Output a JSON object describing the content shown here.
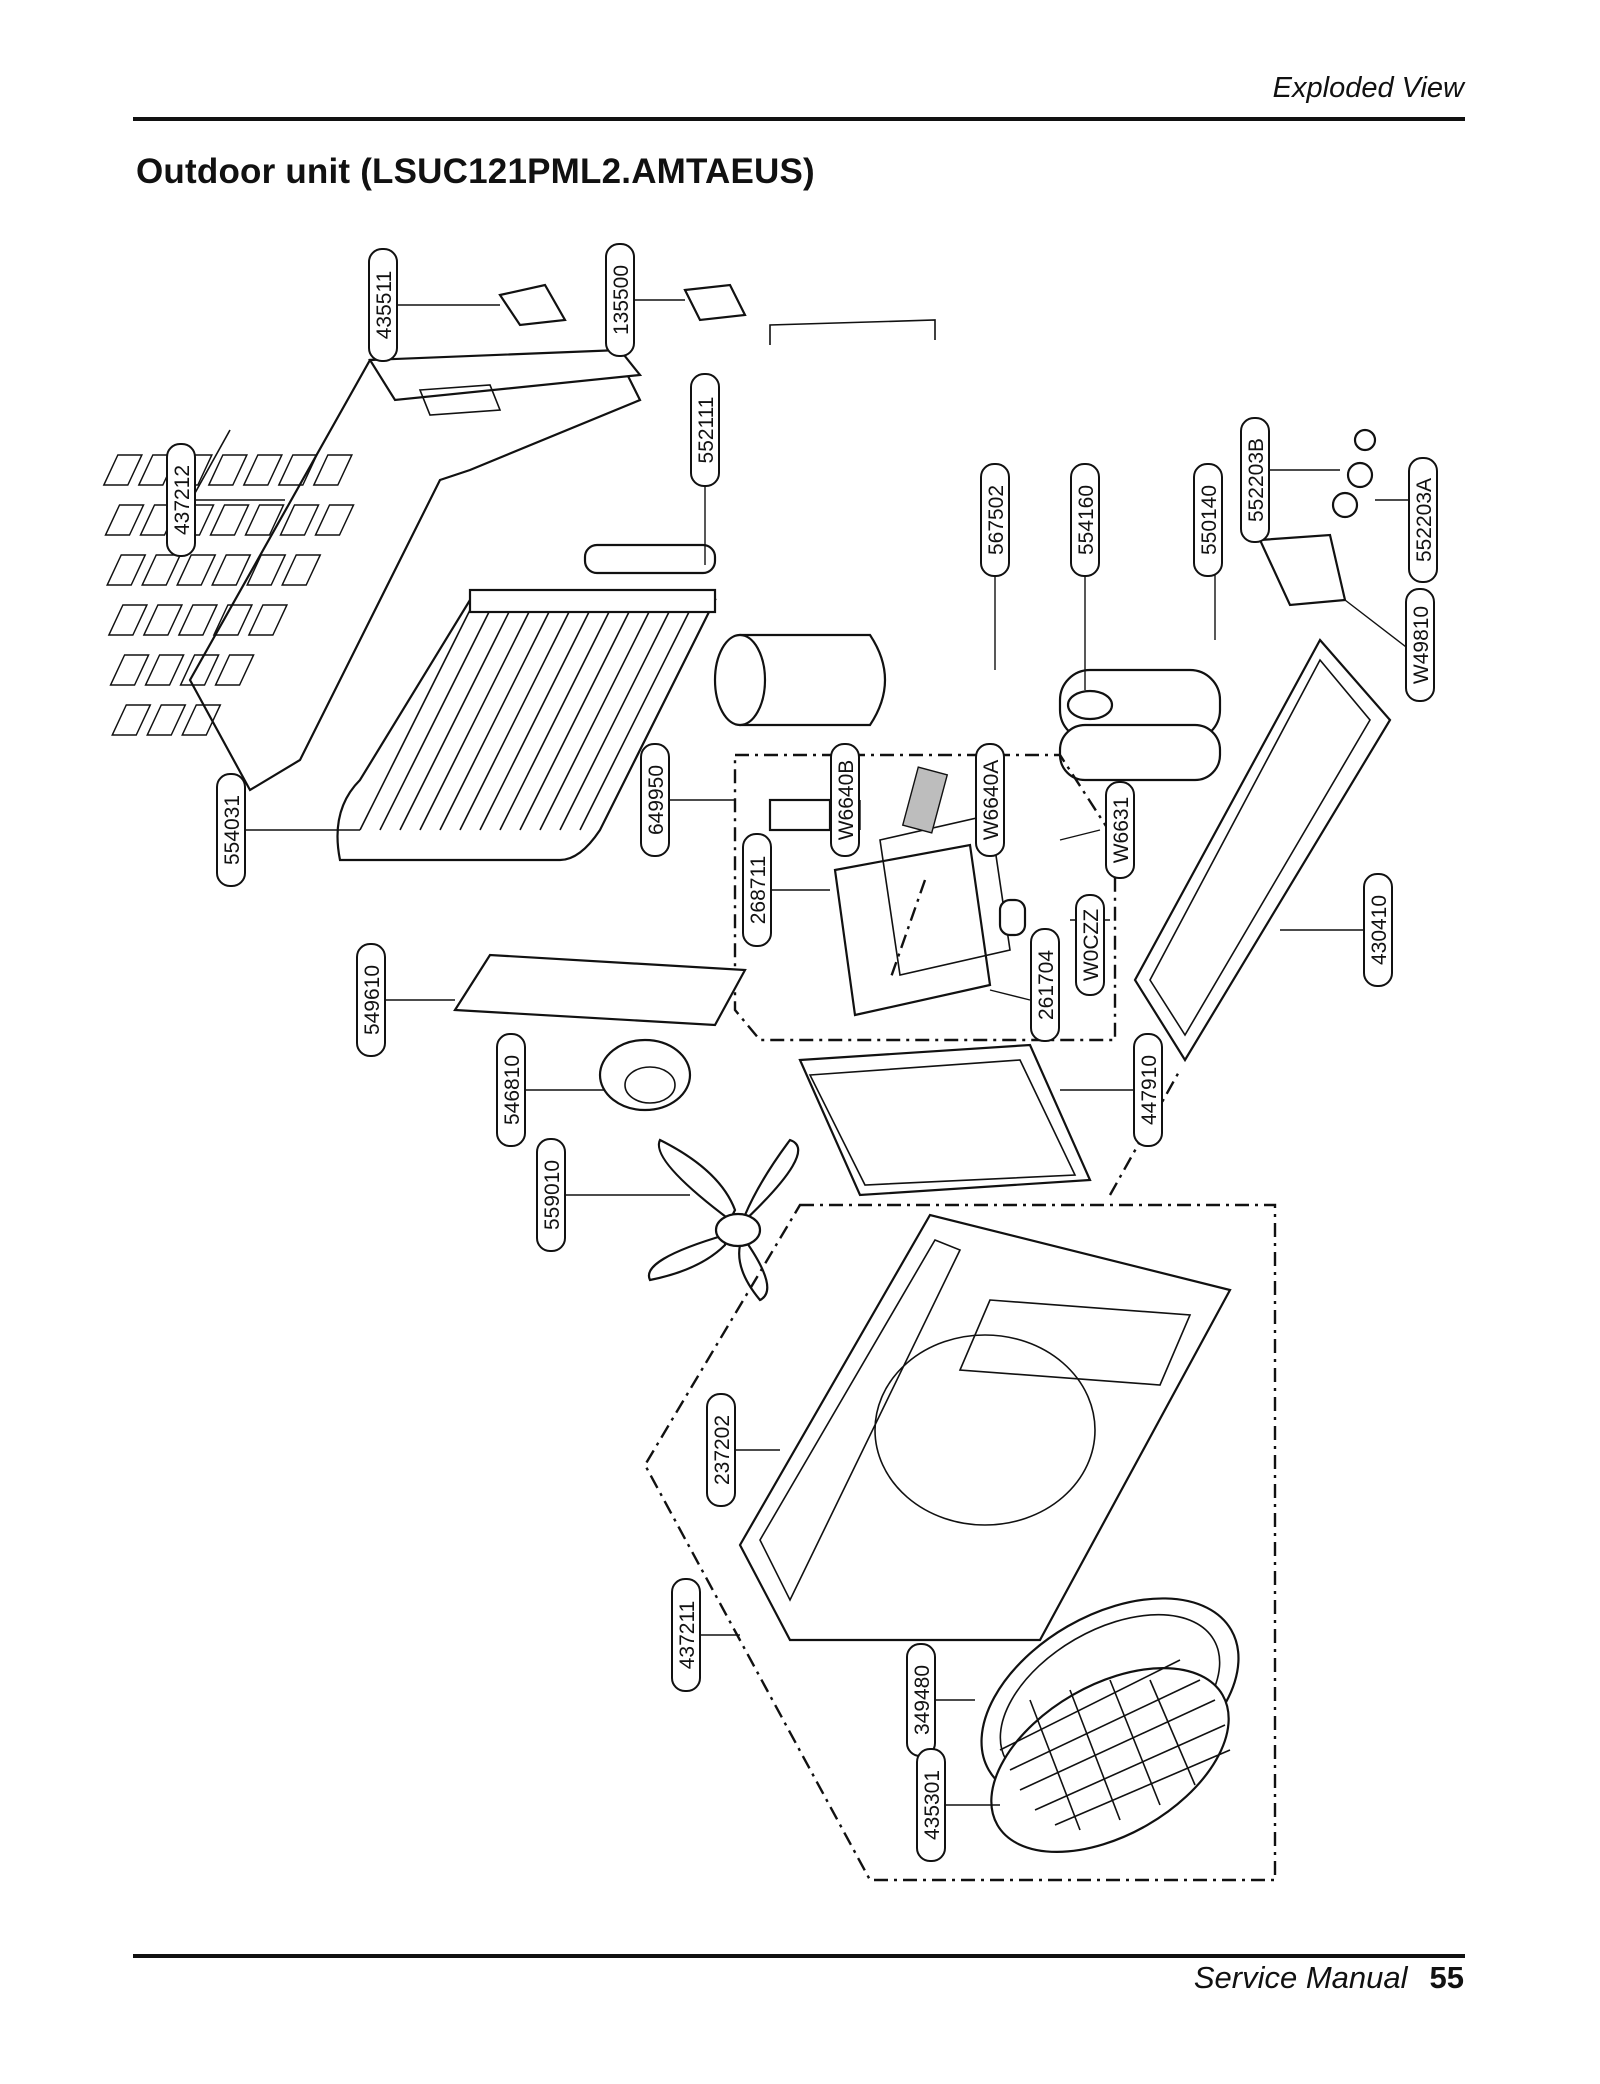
{
  "header": {
    "section": "Exploded View"
  },
  "page_title": "Outdoor unit (LSUC121PML2.AMTAEUS)",
  "footer": {
    "manual": "Service Manual",
    "page": "55"
  },
  "parts": {
    "p435511": "435511",
    "p135500": "135500",
    "p552111": "552111",
    "p437212": "437212",
    "p567502": "567502",
    "p554160": "554160",
    "p550140": "550140",
    "p552203B": "552203B",
    "p552203A": "552203A",
    "pW49810": "W49810",
    "p649950": "649950",
    "pW6640B": "W6640B",
    "pW6640A": "W6640A",
    "pW6631": "W6631",
    "p268711": "268711",
    "p554031": "554031",
    "pW0CZZ": "W0CZZ",
    "p261704": "261704",
    "p430410": "430410",
    "p549610": "549610",
    "p546810": "546810",
    "p447910": "447910",
    "p559010": "559010",
    "p237202": "237202",
    "p437211": "437211",
    "p349480": "349480",
    "p435301": "435301"
  }
}
